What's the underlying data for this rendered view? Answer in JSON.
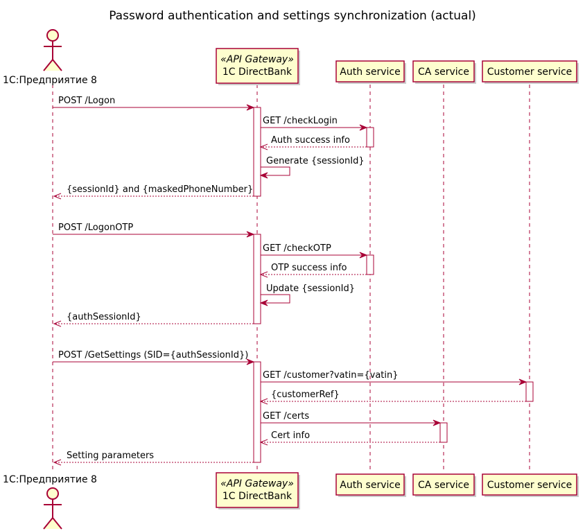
{
  "title": "Password authentication and settings synchronization (actual)",
  "colors": {
    "line": "#A80036",
    "box_fill": "#FEFECE",
    "activation_fill": "#FFFFFF"
  },
  "participants": [
    {
      "id": "client",
      "kind": "actor",
      "label": "1C:Предприятие 8",
      "stereotype": ""
    },
    {
      "id": "gateway",
      "kind": "participant",
      "label": "1C DirectBank",
      "stereotype": "«API Gateway»"
    },
    {
      "id": "auth",
      "kind": "participant",
      "label": "Auth service",
      "stereotype": ""
    },
    {
      "id": "ca",
      "kind": "participant",
      "label": "CA service",
      "stereotype": ""
    },
    {
      "id": "customer",
      "kind": "participant",
      "label": "Customer service",
      "stereotype": ""
    }
  ],
  "messages": [
    {
      "from": "client",
      "to": "gateway",
      "label": "POST /Logon",
      "style": "solid"
    },
    {
      "from": "gateway",
      "to": "auth",
      "label": "GET /checkLogin",
      "style": "solid"
    },
    {
      "from": "auth",
      "to": "gateway",
      "label": "Auth success info",
      "style": "dashed"
    },
    {
      "from": "gateway",
      "to": "gateway",
      "label": "Generate {sessionId}",
      "style": "solid"
    },
    {
      "from": "gateway",
      "to": "client",
      "label": "{sessionId} and {maskedPhoneNumber}",
      "style": "dashed"
    },
    {
      "from": "client",
      "to": "gateway",
      "label": "POST /LogonOTP",
      "style": "solid"
    },
    {
      "from": "gateway",
      "to": "auth",
      "label": "GET /checkOTP",
      "style": "solid"
    },
    {
      "from": "auth",
      "to": "gateway",
      "label": "OTP success info",
      "style": "dashed"
    },
    {
      "from": "gateway",
      "to": "gateway",
      "label": "Update {sessionId}",
      "style": "solid"
    },
    {
      "from": "gateway",
      "to": "client",
      "label": "{authSessionId}",
      "style": "dashed"
    },
    {
      "from": "client",
      "to": "gateway",
      "label": "POST /GetSettings (SID={authSessionId})",
      "style": "solid"
    },
    {
      "from": "gateway",
      "to": "customer",
      "label": "GET /customer?vatin={vatin}",
      "style": "solid"
    },
    {
      "from": "customer",
      "to": "gateway",
      "label": "{customerRef}",
      "style": "dashed"
    },
    {
      "from": "gateway",
      "to": "ca",
      "label": "GET /certs",
      "style": "solid"
    },
    {
      "from": "ca",
      "to": "gateway",
      "label": "Cert info",
      "style": "dashed"
    },
    {
      "from": "gateway",
      "to": "client",
      "label": "Setting parameters",
      "style": "dashed"
    }
  ]
}
